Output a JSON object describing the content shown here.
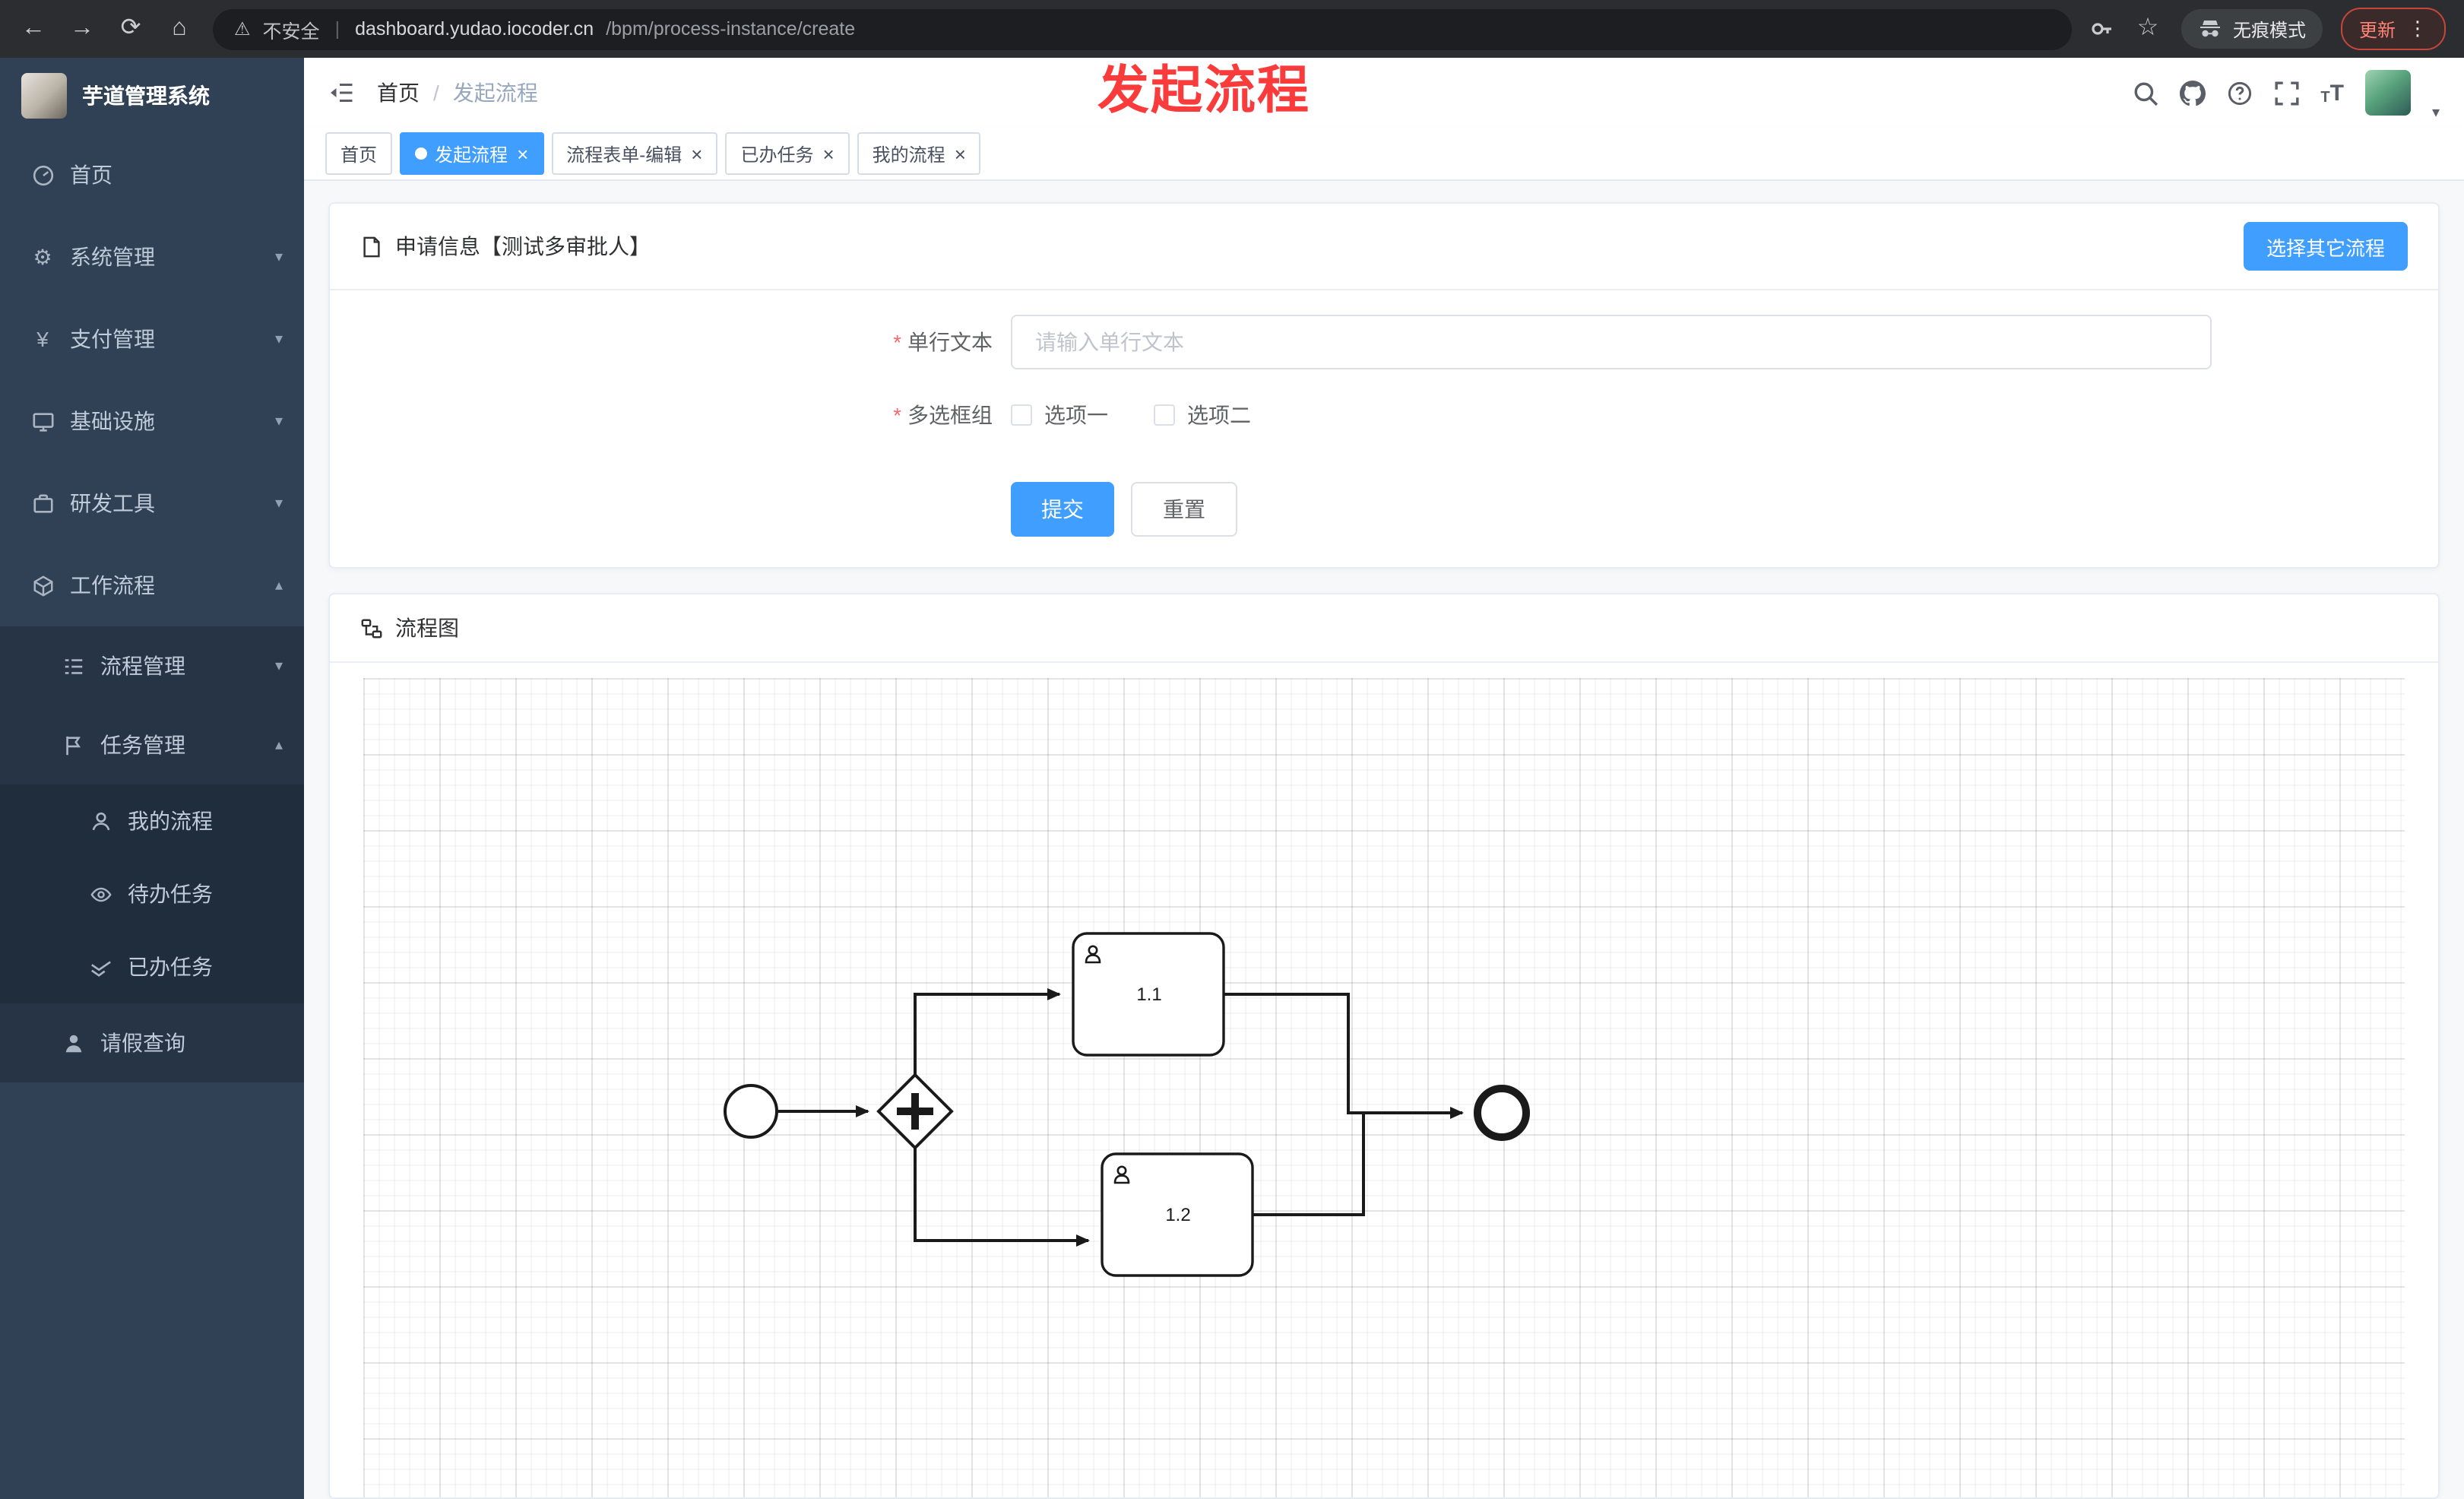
{
  "browser": {
    "security_label": "不安全",
    "url_host": "dashboard.yudao.iocoder.cn",
    "url_path": "/bpm/process-instance/create",
    "incognito_label": "无痕模式",
    "update_label": "更新"
  },
  "annotation": {
    "text": "发起流程"
  },
  "sidebar": {
    "title": "芋道管理系统",
    "items": [
      {
        "label": "首页"
      },
      {
        "label": "系统管理"
      },
      {
        "label": "支付管理"
      },
      {
        "label": "基础设施"
      },
      {
        "label": "研发工具"
      },
      {
        "label": "工作流程"
      },
      {
        "label": "流程管理"
      },
      {
        "label": "任务管理"
      },
      {
        "label": "我的流程"
      },
      {
        "label": "待办任务"
      },
      {
        "label": "已办任务"
      },
      {
        "label": "请假查询"
      }
    ]
  },
  "header": {
    "breadcrumb": [
      "首页",
      "发起流程"
    ],
    "separator": "/"
  },
  "tabs": [
    {
      "label": "首页"
    },
    {
      "label": "发起流程"
    },
    {
      "label": "流程表单-编辑"
    },
    {
      "label": "已办任务"
    },
    {
      "label": "我的流程"
    }
  ],
  "form_card": {
    "title": "申请信息【测试多审批人】",
    "choose_other_button": "选择其它流程",
    "required_mark": "*",
    "text_field": {
      "label": "单行文本",
      "placeholder": "请输入单行文本",
      "value": ""
    },
    "checkbox_group": {
      "label": "多选框组",
      "options": [
        "选项一",
        "选项二"
      ]
    },
    "submit_button": "提交",
    "reset_button": "重置"
  },
  "diagram_card": {
    "title": "流程图",
    "nodes": {
      "task1": "1.1",
      "task2": "1.2"
    }
  },
  "colors": {
    "primary": "#409eff",
    "sidebar_bg": "#304156",
    "annotation_red": "#fa3b3b"
  }
}
